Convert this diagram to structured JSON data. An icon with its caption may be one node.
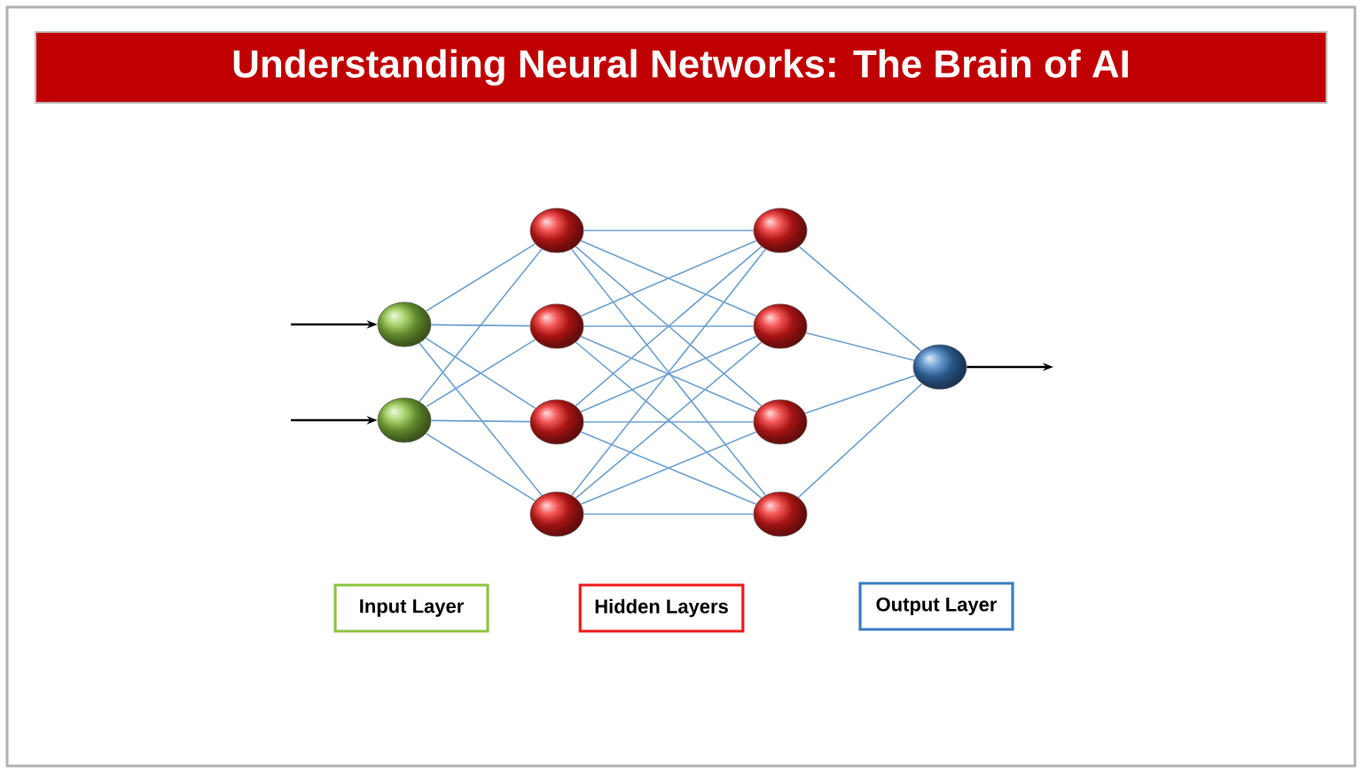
{
  "diagram": {
    "title": "Understanding Neural Networks: The Brain of AI",
    "nodes": [
      {
        "text": [],
        "shape": "circle"
      },
      {
        "text": [],
        "shape": "circle"
      },
      {
        "text": [],
        "shape": "circle"
      },
      {
        "text": [],
        "shape": "circle"
      },
      {
        "text": [],
        "shape": "circle"
      },
      {
        "text": [],
        "shape": "circle"
      },
      {
        "text": [],
        "shape": "circle"
      },
      {
        "text": [],
        "shape": "circle"
      },
      {
        "text": [],
        "shape": "circle"
      },
      {
        "text": [],
        "shape": "circle"
      },
      {
        "text": [],
        "shape": "circle"
      },
      {
        "text": [
          "Input Layer"
        ]
      },
      {
        "text": [
          "Hidden Layers"
        ]
      },
      {
        "text": [
          "Output Layer"
        ]
      }
    ],
    "edges": [
      {
        "from": null,
        "to": 0,
        "arrow": "to",
        "color": "#000000"
      },
      {
        "from": null,
        "to": 1,
        "arrow": "to",
        "color": "#000000"
      },
      {
        "from": 0,
        "to": 2,
        "arrow": "none"
      },
      {
        "from": 0,
        "to": 3,
        "arrow": "none"
      },
      {
        "from": 0,
        "to": 4,
        "arrow": "none"
      },
      {
        "from": 0,
        "to": 5,
        "arrow": "none"
      },
      {
        "from": 1,
        "to": 2,
        "arrow": "none"
      },
      {
        "from": 1,
        "to": 3,
        "arrow": "none"
      },
      {
        "from": 1,
        "to": 4,
        "arrow": "none"
      },
      {
        "from": 1,
        "to": 5,
        "arrow": "none"
      },
      {
        "from": 2,
        "to": 6,
        "arrow": "none"
      },
      {
        "from": 2,
        "to": 7,
        "arrow": "none"
      },
      {
        "from": 2,
        "to": 8,
        "arrow": "none"
      },
      {
        "from": 2,
        "to": 9,
        "arrow": "none"
      },
      {
        "from": 3,
        "to": 6,
        "arrow": "none"
      },
      {
        "from": 3,
        "to": 7,
        "arrow": "none"
      },
      {
        "from": 3,
        "to": 8,
        "arrow": "none"
      },
      {
        "from": 3,
        "to": 9,
        "arrow": "none"
      },
      {
        "from": 4,
        "to": 6,
        "arrow": "none"
      },
      {
        "from": 4,
        "to": 7,
        "arrow": "none"
      },
      {
        "from": 4,
        "to": 8,
        "arrow": "none"
      },
      {
        "from": 4,
        "to": 9,
        "arrow": "none"
      },
      {
        "from": 5,
        "to": 6,
        "arrow": "none"
      },
      {
        "from": 5,
        "to": 7,
        "arrow": "none"
      },
      {
        "from": 5,
        "to": 8,
        "arrow": "none"
      },
      {
        "from": 5,
        "to": 9,
        "arrow": "none"
      },
      {
        "from": 6,
        "to": 10,
        "arrow": "none"
      },
      {
        "from": 7,
        "to": 10,
        "arrow": "none"
      },
      {
        "from": 8,
        "to": 10,
        "arrow": "none"
      },
      {
        "from": 9,
        "to": 10,
        "arrow": "none"
      },
      {
        "from": 10,
        "to": null,
        "arrow": "to",
        "color": "#000000"
      }
    ]
  }
}
